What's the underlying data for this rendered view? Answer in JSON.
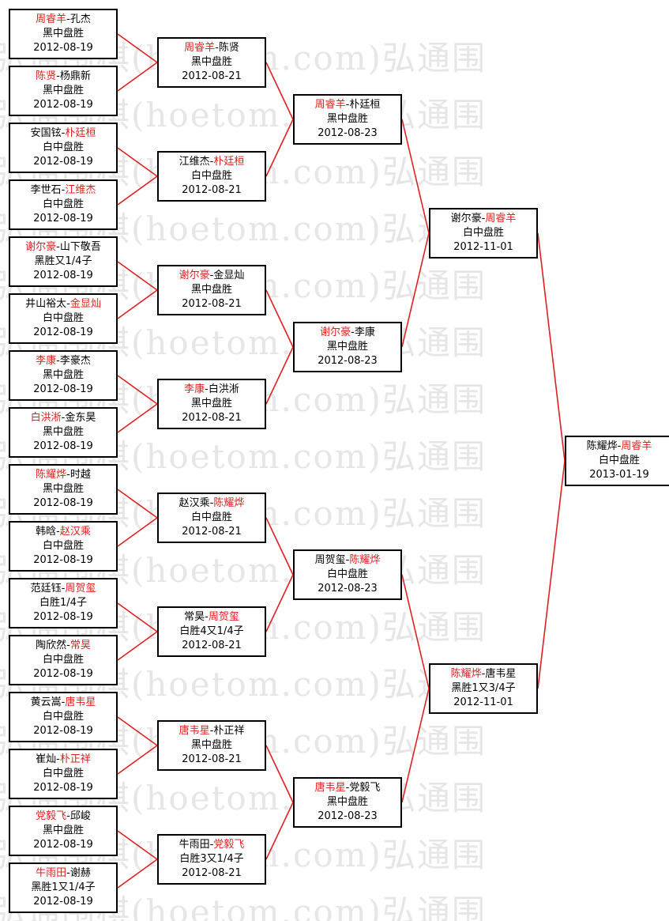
{
  "watermark_text": "弘通围棋(hoetom.com)弘通围",
  "colors": {
    "winner": "#e02020",
    "line": "#e02020",
    "border": "#000000"
  },
  "matches": [
    {
      "id": "r1m1",
      "p1": "周睿羊",
      "p2": "孔杰",
      "winner": 1,
      "result": "黑中盘胜",
      "date": "2012-08-19"
    },
    {
      "id": "r1m2",
      "p1": "陈贤",
      "p2": "杨鼎新",
      "winner": 1,
      "result": "黑中盘胜",
      "date": "2012-08-19"
    },
    {
      "id": "r1m3",
      "p1": "安国铉",
      "p2": "朴廷桓",
      "winner": 2,
      "result": "白中盘胜",
      "date": "2012-08-19"
    },
    {
      "id": "r1m4",
      "p1": "李世石",
      "p2": "江维杰",
      "winner": 2,
      "result": "白中盘胜",
      "date": "2012-08-19"
    },
    {
      "id": "r1m5",
      "p1": "谢尔豪",
      "p2": "山下敬吾",
      "winner": 1,
      "result": "黑胜又1/4子",
      "date": "2012-08-19"
    },
    {
      "id": "r1m6",
      "p1": "井山裕太",
      "p2": "金显灿",
      "winner": 2,
      "result": "白中盘胜",
      "date": "2012-08-19"
    },
    {
      "id": "r1m7",
      "p1": "李康",
      "p2": "李豪杰",
      "winner": 1,
      "result": "黑中盘胜",
      "date": "2012-08-19"
    },
    {
      "id": "r1m8",
      "p1": "白洪淅",
      "p2": "金东昊",
      "winner": 1,
      "result": "黑中盘胜",
      "date": "2012-08-19"
    },
    {
      "id": "r1m9",
      "p1": "陈耀烨",
      "p2": "时越",
      "winner": 1,
      "result": "黑中盘胜",
      "date": "2012-08-19"
    },
    {
      "id": "r1m10",
      "p1": "韩晗",
      "p2": "赵汉乘",
      "winner": 2,
      "result": "白中盘胜",
      "date": "2012-08-19"
    },
    {
      "id": "r1m11",
      "p1": "范廷钰",
      "p2": "周贺玺",
      "winner": 2,
      "result": "白胜1/4子",
      "date": "2012-08-19"
    },
    {
      "id": "r1m12",
      "p1": "陶欣然",
      "p2": "常昊",
      "winner": 2,
      "result": "白中盘胜",
      "date": "2012-08-19"
    },
    {
      "id": "r1m13",
      "p1": "黄云嵩",
      "p2": "唐韦星",
      "winner": 2,
      "result": "白中盘胜",
      "date": "2012-08-19"
    },
    {
      "id": "r1m14",
      "p1": "崔灿",
      "p2": "朴正祥",
      "winner": 2,
      "result": "白中盘胜",
      "date": "2012-08-19"
    },
    {
      "id": "r1m15",
      "p1": "党毅飞",
      "p2": "邱峻",
      "winner": 1,
      "result": "黑中盘胜",
      "date": "2012-08-19"
    },
    {
      "id": "r1m16",
      "p1": "牛雨田",
      "p2": "谢赫",
      "winner": 1,
      "result": "黑胜1又1/4子",
      "date": "2012-08-19"
    },
    {
      "id": "r2m1",
      "p1": "周睿羊",
      "p2": "陈贤",
      "winner": 1,
      "result": "黑中盘胜",
      "date": "2012-08-21"
    },
    {
      "id": "r2m2",
      "p1": "江维杰",
      "p2": "朴廷桓",
      "winner": 2,
      "result": "白中盘胜",
      "date": "2012-08-21"
    },
    {
      "id": "r2m3",
      "p1": "谢尔豪",
      "p2": "金显灿",
      "winner": 1,
      "result": "黑中盘胜",
      "date": "2012-08-21"
    },
    {
      "id": "r2m4",
      "p1": "李康",
      "p2": "白洪淅",
      "winner": 1,
      "result": "黑中盘胜",
      "date": "2012-08-21"
    },
    {
      "id": "r2m5",
      "p1": "赵汉乘",
      "p2": "陈耀烨",
      "winner": 2,
      "result": "白中盘胜",
      "date": "2012-08-21"
    },
    {
      "id": "r2m6",
      "p1": "常昊",
      "p2": "周贺玺",
      "winner": 2,
      "result": "白胜4又1/4子",
      "date": "2012-08-21"
    },
    {
      "id": "r2m7",
      "p1": "唐韦星",
      "p2": "朴正祥",
      "winner": 1,
      "result": "黑中盘胜",
      "date": "2012-08-21"
    },
    {
      "id": "r2m8",
      "p1": "牛雨田",
      "p2": "党毅飞",
      "winner": 2,
      "result": "白胜3又1/4子",
      "date": "2012-08-21"
    },
    {
      "id": "r3m1",
      "p1": "周睿羊",
      "p2": "朴廷桓",
      "winner": 1,
      "result": "黑中盘胜",
      "date": "2012-08-23"
    },
    {
      "id": "r3m2",
      "p1": "谢尔豪",
      "p2": "李康",
      "winner": 1,
      "result": "黑中盘胜",
      "date": "2012-08-23"
    },
    {
      "id": "r3m3",
      "p1": "周贺玺",
      "p2": "陈耀烨",
      "winner": 2,
      "result": "白中盘胜",
      "date": "2012-08-23"
    },
    {
      "id": "r3m4",
      "p1": "唐韦星",
      "p2": "党毅飞",
      "winner": 1,
      "result": "黑中盘胜",
      "date": "2012-08-23"
    },
    {
      "id": "r4m1",
      "p1": "谢尔豪",
      "p2": "周睿羊",
      "winner": 2,
      "result": "白中盘胜",
      "date": "2012-11-01"
    },
    {
      "id": "r4m2",
      "p1": "陈耀烨",
      "p2": "唐韦星",
      "winner": 1,
      "result": "黑胜1又3/4子",
      "date": "2012-11-01"
    },
    {
      "id": "final",
      "p1": "陈耀烨",
      "p2": "周睿羊",
      "winner": 2,
      "result": "白中盘胜",
      "date": "2013-01-19"
    }
  ]
}
